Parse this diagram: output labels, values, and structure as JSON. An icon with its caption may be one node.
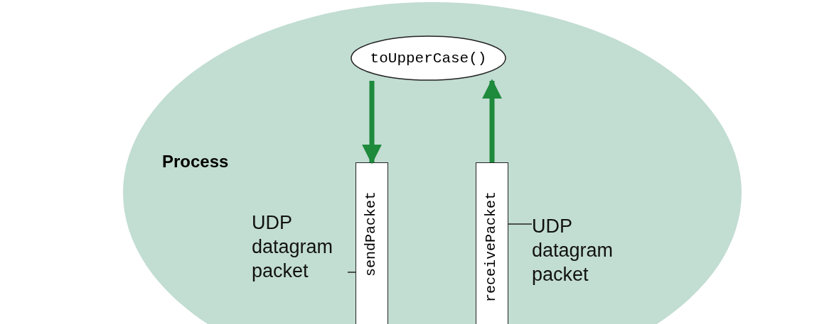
{
  "diagram": {
    "nodes": [
      {
        "text": [
          "Process"
        ]
      },
      {
        "text": [
          "toUpperCase()"
        ],
        "in": 0
      },
      {
        "text": [
          "sendPacket"
        ],
        "in": 0
      },
      {
        "text": [
          "receivePacket"
        ],
        "in": 0
      },
      {
        "text": [
          "UDP datagram packet"
        ],
        "in": 0
      },
      {
        "text": [
          "UDP datagram packet"
        ],
        "in": 0
      }
    ],
    "edges": [
      {
        "from": 1,
        "to": 2,
        "arrow": "to",
        "style": "thick",
        "color": "#1e8a3c"
      },
      {
        "from": 3,
        "to": 1,
        "arrow": "to",
        "style": "thick",
        "color": "#1e8a3c"
      },
      {
        "from": 4,
        "to": 2,
        "arrow": "none",
        "color": "#222222"
      },
      {
        "from": 5,
        "to": 3,
        "arrow": "none",
        "color": "#222222"
      }
    ]
  }
}
